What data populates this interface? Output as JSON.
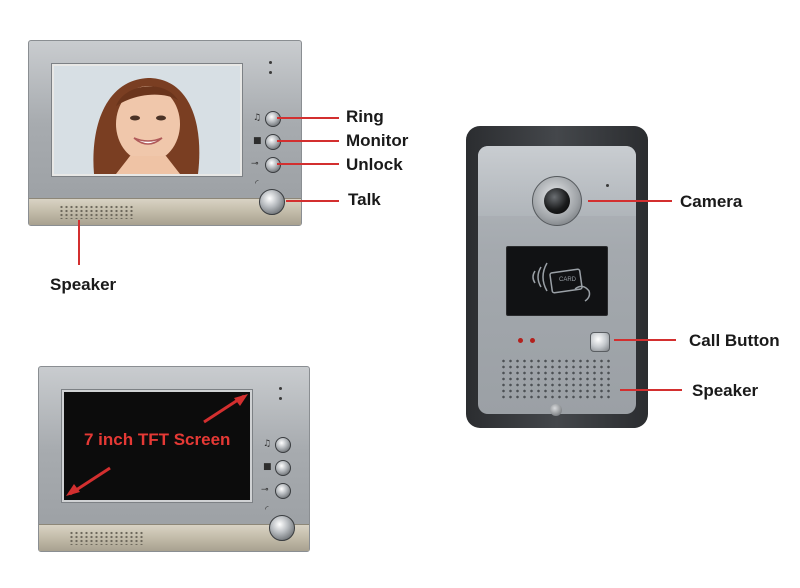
{
  "monitor_top": {
    "callouts": {
      "ring": "Ring",
      "monitor": "Monitor",
      "unlock": "Unlock",
      "talk": "Talk",
      "speaker": "Speaker"
    },
    "screen_image": "woman-face-preview"
  },
  "monitor_bottom": {
    "screen_label": "7 inch TFT Screen"
  },
  "door_station": {
    "card_text": "CARD",
    "callouts": {
      "camera": "Camera",
      "call_button": "Call Button",
      "speaker": "Speaker"
    }
  },
  "colors": {
    "callout_line": "#d32f2f",
    "screen_label": "#e53935"
  }
}
